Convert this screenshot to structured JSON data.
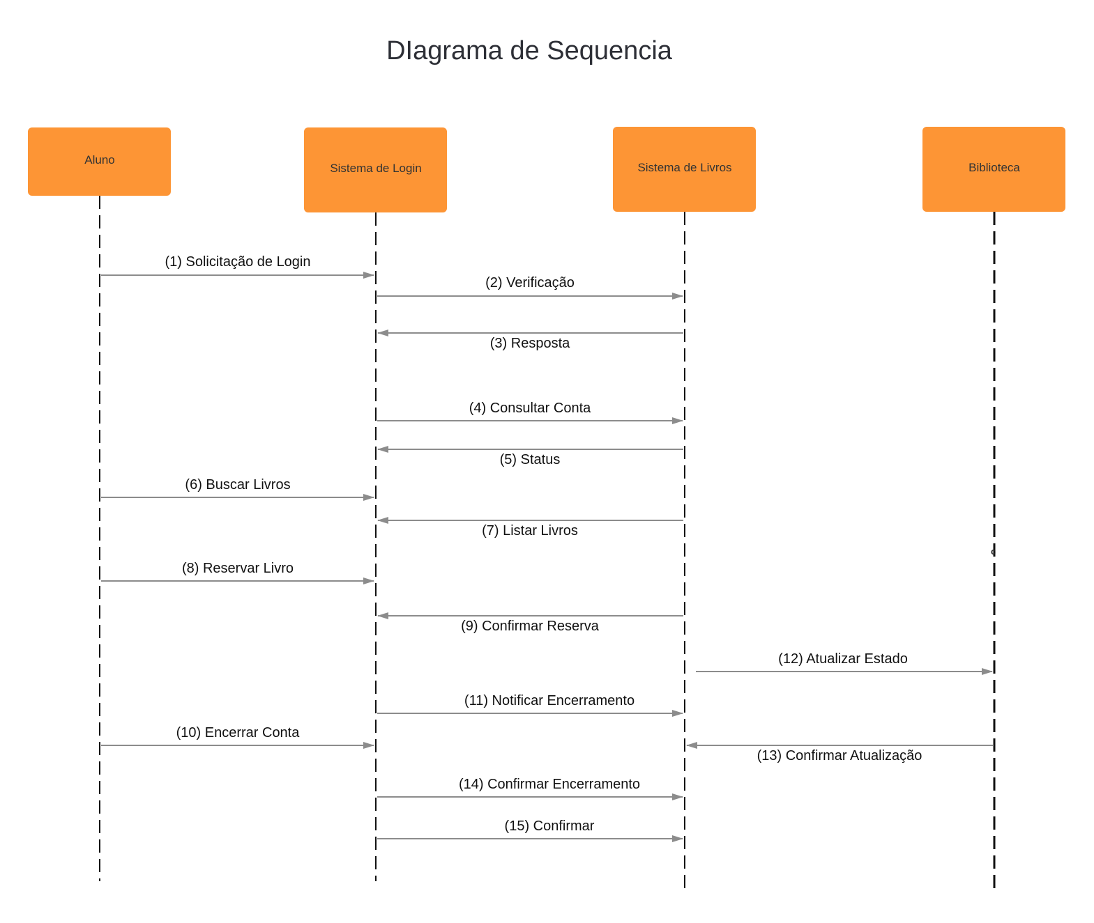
{
  "title": "DIagrama de Sequencia",
  "colors": {
    "actor_fill": "#fd9535",
    "actor_text": "#333333",
    "lifeline": "#111111",
    "arrow": "#8c8c8c",
    "title": "#2d2f36"
  },
  "actors": [
    {
      "id": "aluno",
      "label": "Aluno"
    },
    {
      "id": "login",
      "label": "Sistema de Login"
    },
    {
      "id": "livros",
      "label": "Sistema de Livros"
    },
    {
      "id": "biblioteca",
      "label": "Biblioteca"
    }
  ],
  "messages": [
    {
      "label": "(1) Solicitação de Login",
      "from": "aluno",
      "to": "login"
    },
    {
      "label": "(2) Verificação",
      "from": "login",
      "to": "livros"
    },
    {
      "label": "(3) Resposta",
      "from": "livros",
      "to": "login"
    },
    {
      "label": "(4) Consultar Conta",
      "from": "login",
      "to": "livros"
    },
    {
      "label": "(5) Status",
      "from": "livros",
      "to": "login"
    },
    {
      "label": "(6) Buscar Livros",
      "from": "aluno",
      "to": "login"
    },
    {
      "label": "(7) Listar Livros",
      "from": "livros",
      "to": "login"
    },
    {
      "label": "(8) Reservar Livro",
      "from": "aluno",
      "to": "login"
    },
    {
      "label": "(9) Confirmar Reserva",
      "from": "livros",
      "to": "login"
    },
    {
      "label": "(12) Atualizar Estado",
      "from": "livros",
      "to": "biblioteca"
    },
    {
      "label": "(11) Notificar Encerramento",
      "from": "login",
      "to": "livros"
    },
    {
      "label": "(10) Encerrar Conta",
      "from": "aluno",
      "to": "login"
    },
    {
      "label": "(13) Confirmar Atualização",
      "from": "biblioteca",
      "to": "livros"
    },
    {
      "label": "(14) Confirmar Encerramento",
      "from": "login",
      "to": "livros"
    },
    {
      "label": "(15) Confirmar",
      "from": "login",
      "to": "livros"
    }
  ],
  "stray_mark": "c"
}
